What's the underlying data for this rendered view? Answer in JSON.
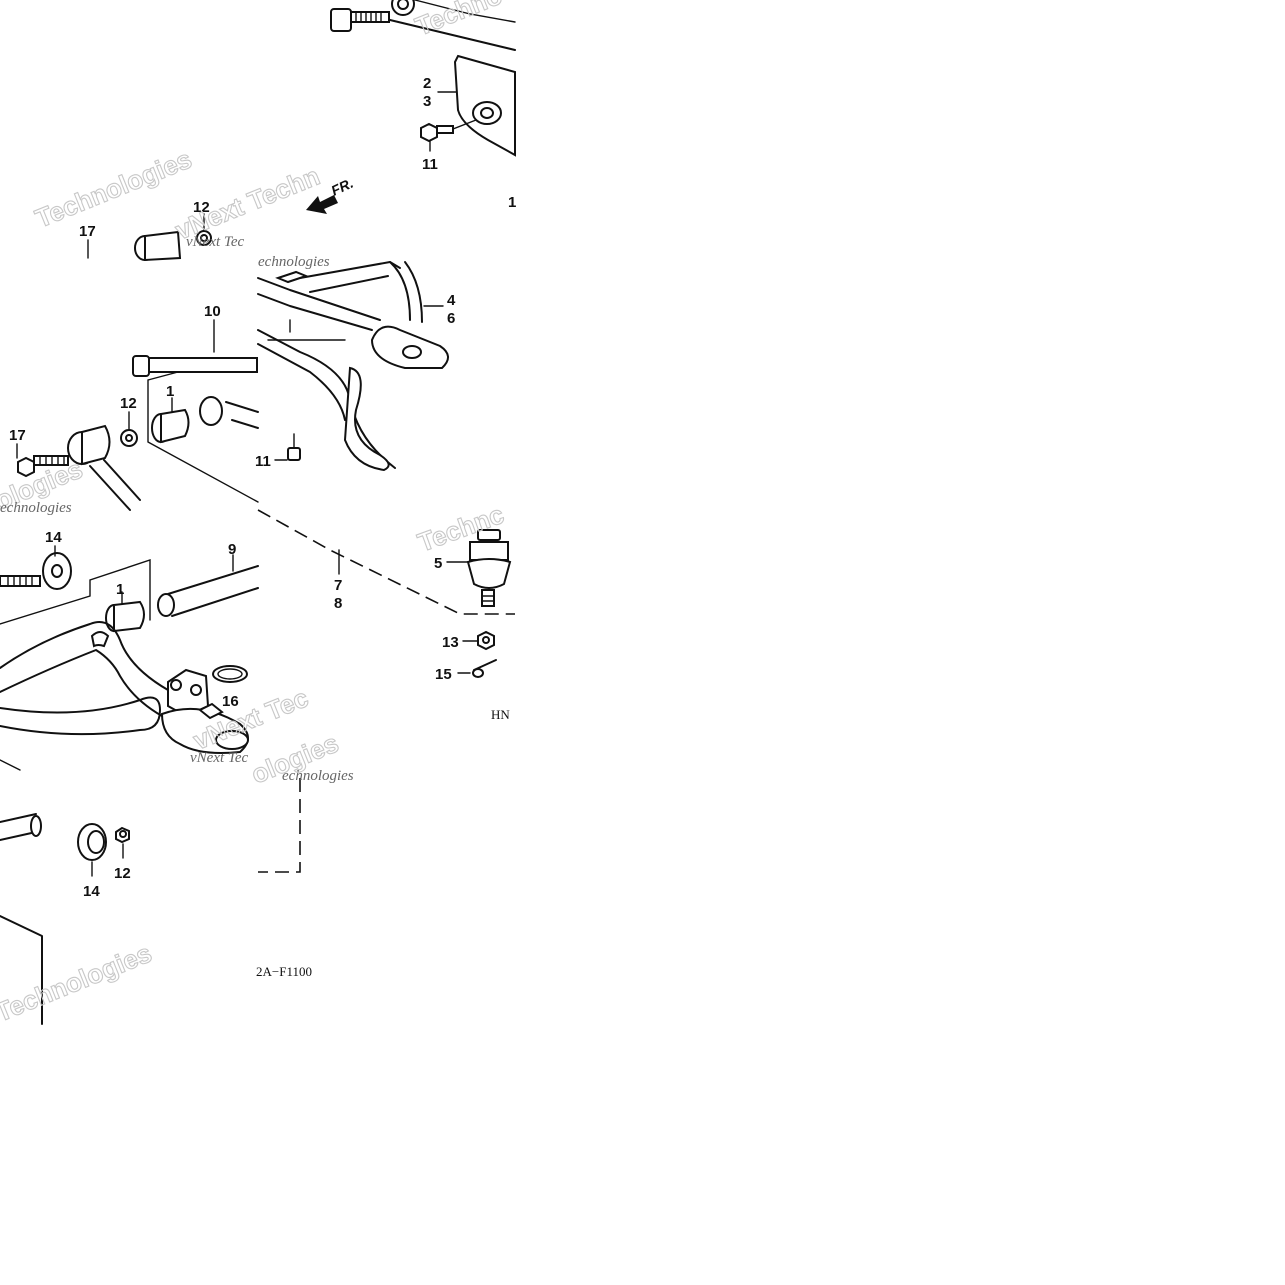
{
  "diagram": {
    "callouts": {
      "c2": "2",
      "c3": "3",
      "c11a": "11",
      "c17a": "17",
      "c12a": "12",
      "c4": "4",
      "c6": "6",
      "c10": "10",
      "c1a": "1",
      "c12b": "12",
      "c17b": "17",
      "c11b": "11",
      "c14a": "14",
      "c9": "9",
      "c1b": "1",
      "c7": "7",
      "c8": "8",
      "c5": "5",
      "c13": "13",
      "c15": "15",
      "c16": "16",
      "c14b": "14",
      "c12c": "12"
    },
    "direction_label": "FR.",
    "codes": {
      "code_hn": "HN",
      "code_f1100": "2A−F1100"
    },
    "watermarks": {
      "w1": "Techno",
      "w2": "vNext Techn",
      "w3": "ologies",
      "w4": "Technologies",
      "w5": "Technc",
      "w6": "vNext Tec",
      "w7": "ologies",
      "w8": "Technologies"
    },
    "watermark_sub": {
      "s1": "vNext Tec",
      "s2": "echnologies",
      "s3": "vNext Tec",
      "s4": "echnologies",
      "s5": "echnologies"
    }
  }
}
